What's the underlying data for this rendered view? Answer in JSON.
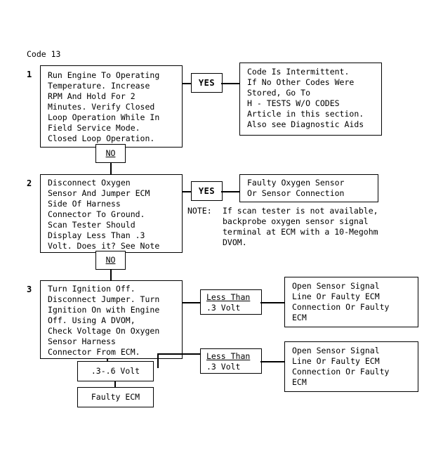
{
  "document": {
    "title": "Code 13"
  },
  "steps": [
    {
      "number": "1",
      "text": "Run Engine To Operating\nTemperature. Increase\nRPM And Hold For 2\nMinutes. Verify Closed\nLoop Operation While In\nField Service Mode.\nClosed Loop Operation.",
      "yes_label": "YES",
      "yes_result": "Code Is Intermittent.\nIf No Other Codes Were\nStored, Go To\nH - TESTS W/O CODES\nArticle in this section.\nAlso see Diagnostic Aids",
      "no_label": "NO"
    },
    {
      "number": "2",
      "text": "Disconnect Oxygen\nSensor And Jumper ECM\nSide Of Harness\nConnector To Ground.\nScan Tester Should\nDisplay Less Than .3\nVolt. Does it? See Note",
      "yes_label": "YES",
      "yes_result": "Faulty Oxygen Sensor\nOr Sensor Connection",
      "no_label": "NO",
      "note_label": "NOTE:",
      "note_text": "If scan tester is not available,\nbackprobe oxygen sensor signal\nterminal at ECM with a 10-Megohm\nDVOM."
    },
    {
      "number": "3",
      "text": "Turn Ignition Off.\nDisconnect Jumper. Turn\nIgnition On with Engine\nOff. Using A DVOM,\nCheck Voltage On Oxygen\nSensor Harness\nConnector From ECM."
    }
  ],
  "branches": {
    "branch_a": {
      "condition_line1": "Less Than",
      "condition_line2": ".3 Volt",
      "result": "Open Sensor Signal\nLine Or Faulty ECM\nConnection Or Faulty\nECM"
    },
    "branch_b": {
      "condition_line1": "Less Than",
      "condition_line2": ".3 Volt",
      "result": "Open Sensor Signal\nLine Or Faulty ECM\nConnection Or Faulty\nECM"
    },
    "branch_c": {
      "condition": ".3-.6 Volt",
      "result": "Faulty ECM"
    }
  },
  "colors": {
    "background": "#ffffff",
    "ink": "#000000"
  }
}
